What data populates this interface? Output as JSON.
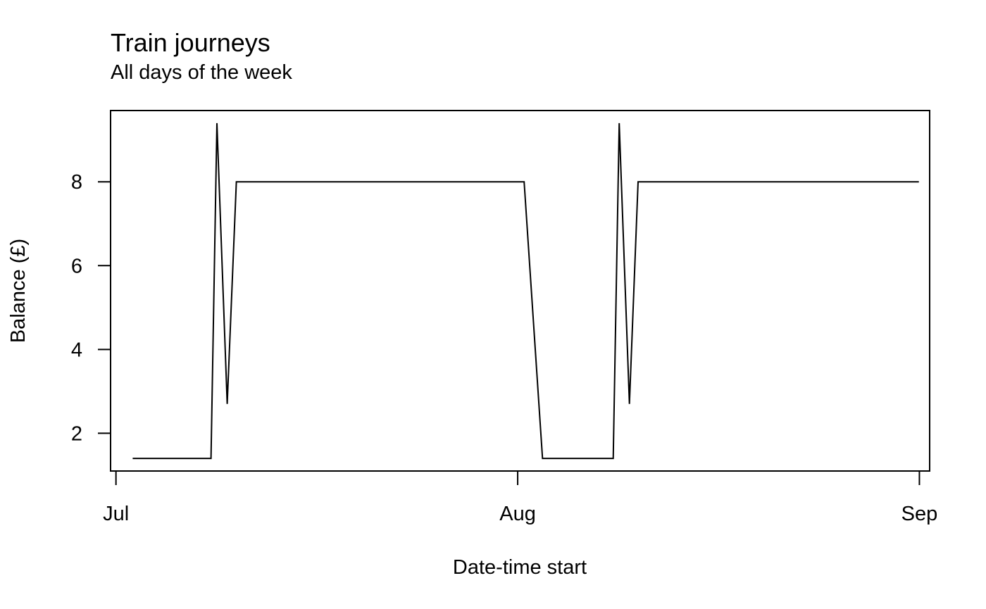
{
  "chart_data": {
    "type": "line",
    "title": "Train journeys",
    "subtitle": "All days of the week",
    "xlabel": "Date-time start",
    "ylabel": "Balance (£)",
    "x_axis_type": "date",
    "xlim": [
      "2023-06-30T14:00",
      "2023-09-01T19:00"
    ],
    "ylim": [
      1.1,
      9.7
    ],
    "x_ticks": [
      {
        "value": "2023-07-01T00:00",
        "label": "Jul"
      },
      {
        "value": "2023-08-01T00:00",
        "label": "Aug"
      },
      {
        "value": "2023-09-01T00:00",
        "label": "Sep"
      }
    ],
    "y_ticks": [
      2,
      4,
      6,
      8
    ],
    "grid": false,
    "legend": "none",
    "line_color": "#000000",
    "series": [
      {
        "x": [
          "2023-07-02T07:00",
          "2023-07-08T08:00",
          "2023-07-08T19:00",
          "2023-07-09T14:00",
          "2023-07-10T07:00",
          "2023-08-01T12:00",
          "2023-08-02T22:00",
          "2023-08-08T09:00",
          "2023-08-08T20:00",
          "2023-08-09T15:00",
          "2023-08-10T07:00",
          "2023-08-31T23:00"
        ],
        "y": [
          1.4,
          1.4,
          9.4,
          2.7,
          8.0,
          8.0,
          1.4,
          1.4,
          9.4,
          2.7,
          8.0,
          8.0
        ]
      }
    ]
  }
}
